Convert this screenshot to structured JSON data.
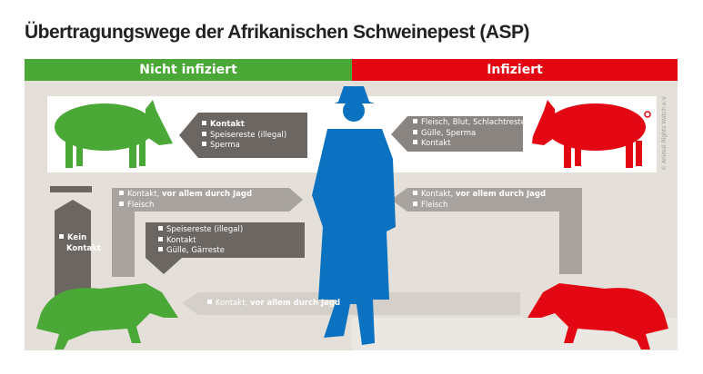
{
  "title": "Übertragungswege der Afrikanischen Schweinepest (ASP)",
  "headers": {
    "left": "Nicht infiziert",
    "right": "Infiziert"
  },
  "colors": {
    "green": "#4aa836",
    "red": "#e30613",
    "blue": "#0a72c0",
    "dark_grey": "#6b6661",
    "light_grey": "#a8a39f",
    "bg": "#e4dfd9"
  },
  "boxes": {
    "domestic_to_healthy": [
      "Kontakt",
      "Speisereste (illegal)",
      "Sperma"
    ],
    "infected_pig_to_human": [
      "Fleisch, Blut, Schlachtreste",
      "Gülle, Sperma",
      "Kontakt"
    ],
    "human_to_wild": {
      "a": "Kontakt, ",
      "a_bold": "vor allem durch Jagd",
      "b": "Fleisch"
    },
    "wild_to_human": {
      "a": "Kontakt, ",
      "a_bold": "vor allem durch Jagd",
      "b": "Fleisch"
    },
    "human_to_domestic": [
      "Speisereste (illegal)",
      "Kontakt",
      "Gülle, Gärreste"
    ],
    "no_contact": [
      "Kein",
      "Kontakt"
    ],
    "wild_to_wild": {
      "a": "Kontakt, ",
      "a_bold": "vor allem durch Jagd"
    }
  },
  "credit": "© Animal Rights Watch e.V."
}
